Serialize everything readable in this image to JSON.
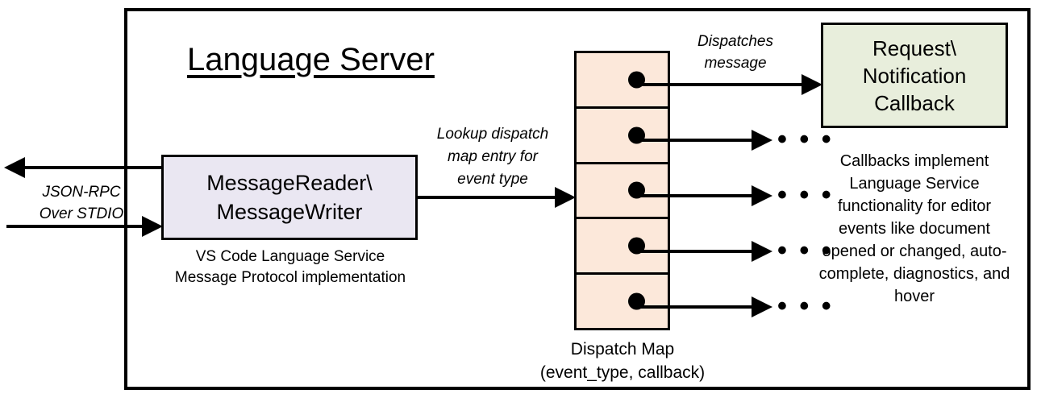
{
  "diagram": {
    "title": "Language Server",
    "frame_name": "language-server-boundary"
  },
  "nodes": {
    "reader_writer": {
      "label": "MessageReader\\\nMessageWriter",
      "caption": "VS Code Language Service\nMessage Protocol implementation",
      "fill": "#eae7f2"
    },
    "dispatch_map": {
      "caption": "Dispatch Map\n(event_type, callback)",
      "fill": "#fce8da",
      "row_count": 5,
      "rows": [
        {
          "id": "row-1",
          "has_dot": true,
          "target": "callback"
        },
        {
          "id": "row-2",
          "has_dot": true,
          "target": "ellipsis"
        },
        {
          "id": "row-3",
          "has_dot": true,
          "target": "ellipsis"
        },
        {
          "id": "row-4",
          "has_dot": true,
          "target": "ellipsis"
        },
        {
          "id": "row-5",
          "has_dot": true,
          "target": "ellipsis"
        }
      ]
    },
    "callback": {
      "label": "Request\\\nNotification\nCallback",
      "caption": "Callbacks implement Language Service functionality for editor events like document opened or changed, auto-complete, diagnostics, and hover",
      "fill": "#e8eedc"
    }
  },
  "edges": {
    "stdio": {
      "label": "JSON-RPC\nOver STDIO"
    },
    "lookup": {
      "label": "Lookup dispatch\nmap entry for\nevent type"
    },
    "dispatches": {
      "label": "Dispatches\nmessage"
    },
    "ellipsis_glyph": "• • •"
  },
  "colors": {
    "stroke": "#000000",
    "background": "#ffffff",
    "reader_writer_fill": "#eae7f2",
    "dispatch_map_fill": "#fce8da",
    "callback_fill": "#e8eedc"
  }
}
